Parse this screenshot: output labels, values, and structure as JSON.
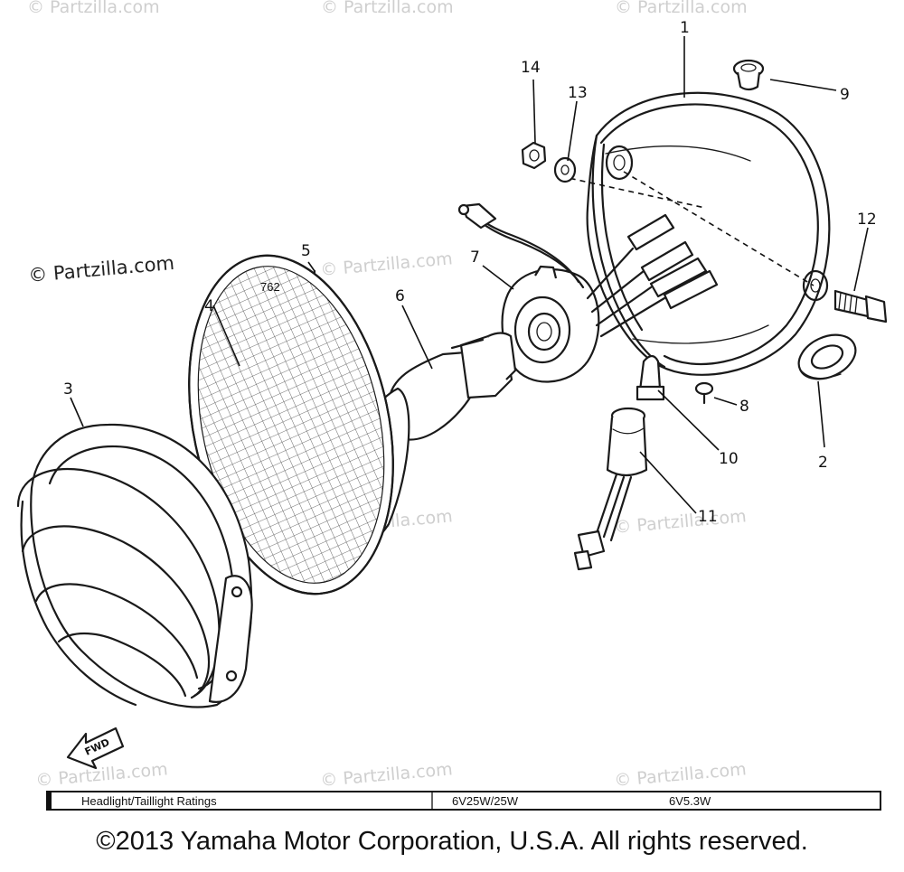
{
  "watermarks": {
    "text": "© Partzilla.com"
  },
  "callouts": {
    "c1": "1",
    "c2": "2",
    "c3": "3",
    "c4": "4",
    "c5": "5",
    "c6": "6",
    "c7": "7",
    "c8": "8",
    "c9": "9",
    "c10": "10",
    "c11": "11",
    "c12": "12",
    "c13": "13",
    "c14": "14"
  },
  "fwd_label": "FWD",
  "lens_mark": "762",
  "ratings_table": {
    "label": "Headlight/Taillight Ratings",
    "headlight": "6V25W/25W",
    "taillight": "6V5.3W"
  },
  "copyright": "©2013 Yamaha Motor Corporation, U.S.A. All rights reserved."
}
